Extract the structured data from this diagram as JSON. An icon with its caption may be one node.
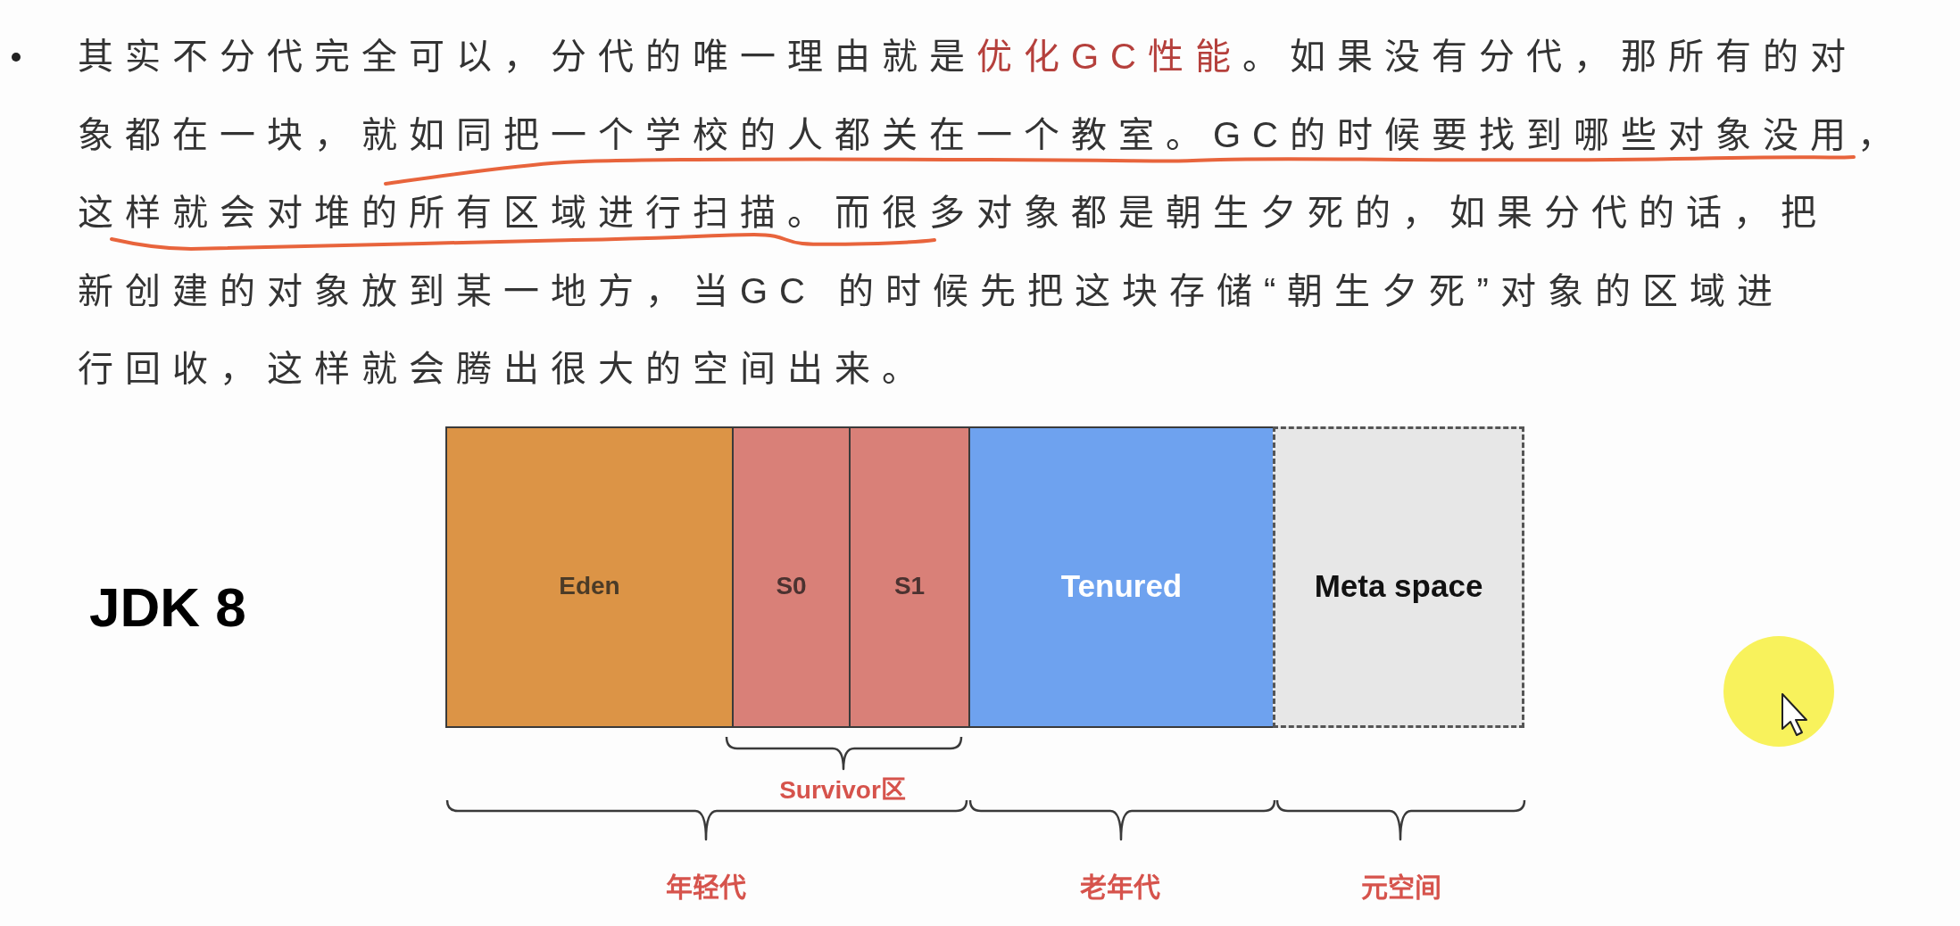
{
  "diagram": {
    "title": "JDK 8",
    "nodes": [
      {
        "text": [
          "Eden"
        ]
      },
      {
        "text": [
          "S0"
        ]
      },
      {
        "text": [
          "S1"
        ]
      },
      {
        "text": [
          "Tenured"
        ]
      },
      {
        "text": [
          "Meta space"
        ]
      }
    ],
    "labels": [
      "其实不分代完全可以，分代的唯一理由就是**优化GC性能**。如果没有分代，那所有的对象都在一块，就如同把一个学校的人都关在一个教室。GC的时候要找到哪些对象没用，这样就会对堆的所有区域进行扫描。而很多对象都是朝生夕死的，如果分代的话，把新创建的对象放到某一地方，当GC 的时候先把这块存储“朝生夕死”对象的区域进行回收，这样就会腾出很大的空间出来。",
      "Survivor区",
      "年轻代",
      "老年代",
      "元空间"
    ]
  }
}
